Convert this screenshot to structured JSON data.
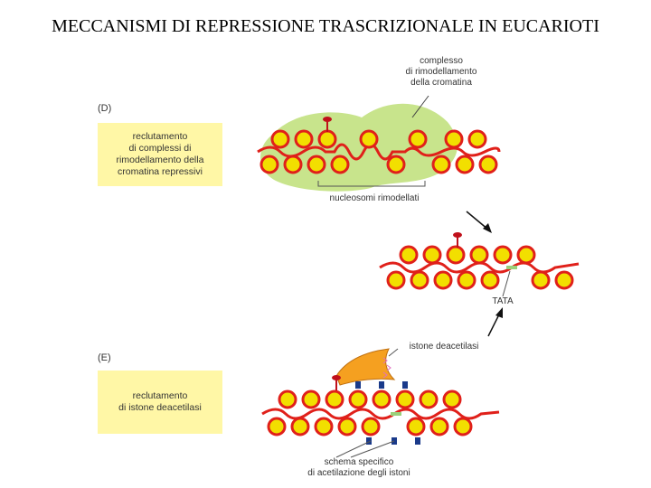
{
  "title": "MECCANISMI DI REPRESSIONE TRASCRIZIONALE IN EUCARIOTI",
  "panel_d": {
    "letter": "(D)",
    "box_text": "reclutamento\ndi complessi di\nrimodellamento della\ncromatina repressivi",
    "remodeling_label": "complesso\ndi rimodellamento\ndella cromatina",
    "nucleosomes_label": "nucleosomi rimodellati"
  },
  "middle": {
    "tata_label": "TATA"
  },
  "panel_e": {
    "letter": "(E)",
    "box_text": "reclutamento\ndi istone deacetilasi",
    "deacetylase_label": "istone deacetilasi",
    "pattern_label": "schema specifico\ndi acetilazione degli istoni"
  },
  "colors": {
    "nucleosome_fill": "#f2df00",
    "nucleosome_ring": "#e0201a",
    "dna": "#e0201a",
    "remodeling_complex": "#c8e48c",
    "deacetylase": "#f5a020",
    "acetyl_mark": "#1a3a8a",
    "box_bg": "#fff7a6",
    "tata_site": "#9ad07a"
  }
}
